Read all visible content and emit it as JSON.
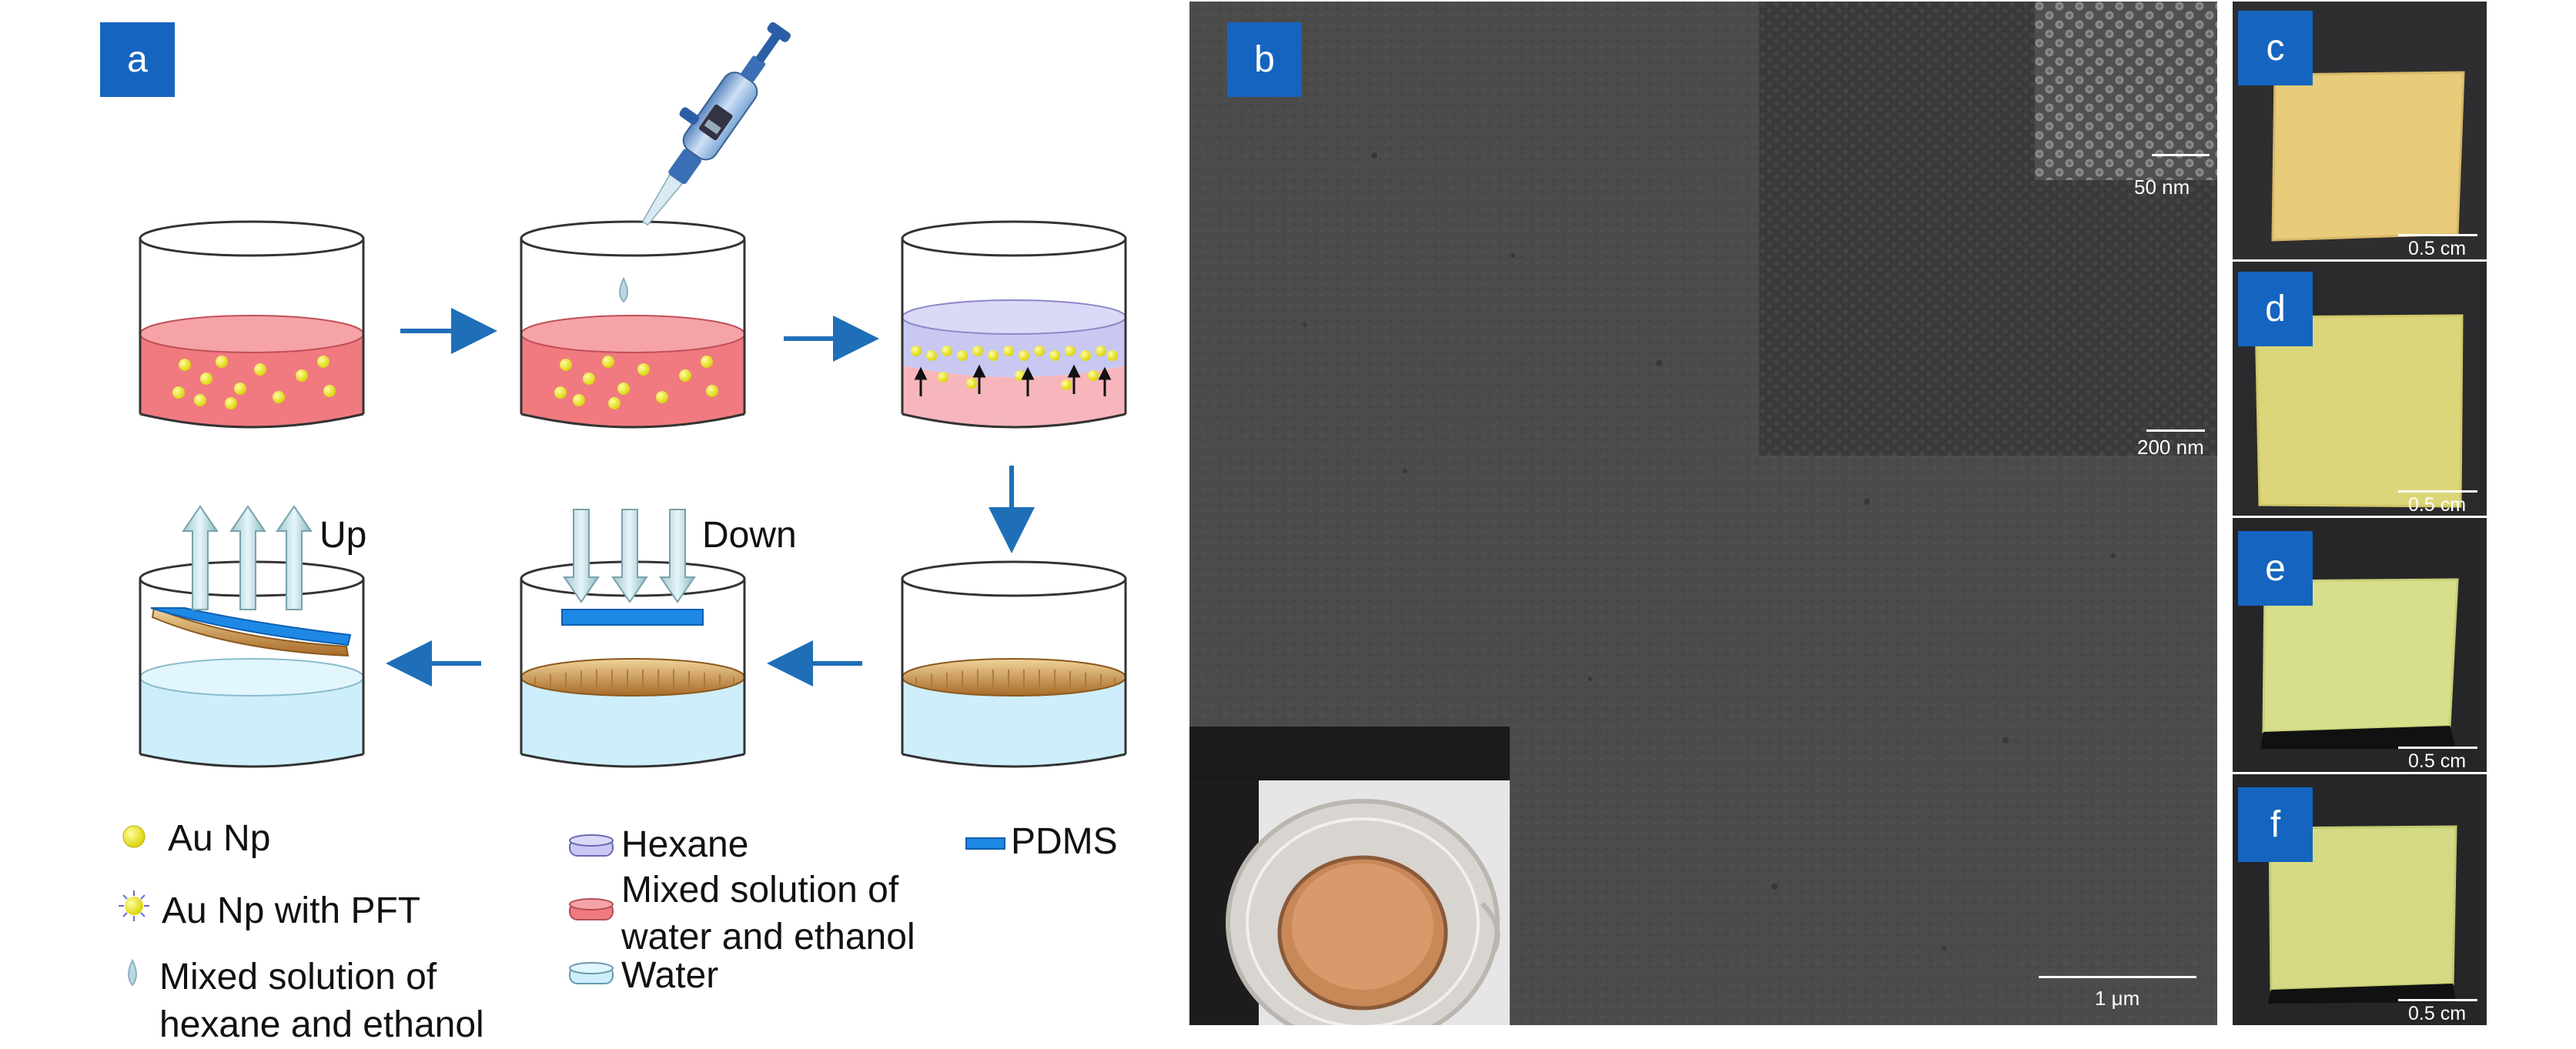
{
  "panel_a": {
    "label": "a",
    "up_label": "Up",
    "down_label": "Down",
    "legend": {
      "au_np": "Au Np",
      "au_np_pft": "Au Np with PFT",
      "mixed_hexane_line1": "Mixed solution of",
      "mixed_hexane_line2": "hexane and ethanol",
      "hexane": "Hexane",
      "mixed_water_line1": "Mixed solution of",
      "mixed_water_line2": "water and ethanol",
      "water": "Water",
      "pdms": "PDMS"
    },
    "colors": {
      "pink_solution": "#f07a80",
      "hexane_layer": "#c9c8f2",
      "water": "#cdeefa",
      "nanoparticle": "#f2ee3a",
      "arrow": "#1f6fb8",
      "pdms": "#1e88e5",
      "film": "#c8873a"
    }
  },
  "panel_b": {
    "label": "b",
    "scale_main": "1 μm",
    "scale_inset_200": "200 nm",
    "scale_inset_50": "50 nm"
  },
  "panel_c": {
    "label": "c",
    "scale": "0.5 cm"
  },
  "panel_d": {
    "label": "d",
    "scale": "0.5 cm"
  },
  "panel_e": {
    "label": "e",
    "scale": "0.5 cm"
  },
  "panel_f": {
    "label": "f",
    "scale": "0.5 cm"
  },
  "colors": {
    "label_bg": "#1565c0",
    "sem_bg": "#4a4a4a",
    "photo_bg": "#2a2a2c"
  }
}
